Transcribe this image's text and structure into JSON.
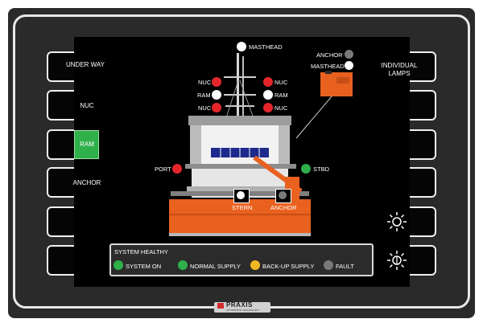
{
  "left_buttons": [
    {
      "label": "UNDER WAY"
    },
    {
      "label": "NUC"
    },
    {
      "label": "RAM",
      "active": true
    },
    {
      "label": "ANCHOR"
    },
    {
      "label": ""
    },
    {
      "label": ""
    }
  ],
  "right_buttons": [
    {
      "label": "INDIVIDUAL LAMPS"
    },
    {
      "label": ""
    },
    {
      "label": ""
    },
    {
      "label": ""
    },
    {
      "icon": "brightness-up-icon"
    },
    {
      "icon": "brightness-down-icon"
    }
  ],
  "lamps": {
    "masthead": "MASTHEAD",
    "nuc": "NUC",
    "ram": "RAM",
    "port": "PORT",
    "stbd": "STBD",
    "stern": "STERN",
    "anchor": "ANCHOR"
  },
  "inset": {
    "anchor": "ANCHOR",
    "masthead": "MASTHEAD"
  },
  "status": {
    "title": "SYSTEM HEALTHY",
    "items": [
      {
        "label": "SYSTEM ON",
        "color": "#2fb04a"
      },
      {
        "label": "NORMAL SUPPLY",
        "color": "#2fb04a"
      },
      {
        "label": "BACK-UP SUPPLY",
        "color": "#f2b822"
      },
      {
        "label": "FAULT",
        "color": "#7a7a7a"
      }
    ]
  },
  "brand": {
    "name": "PRAXIS",
    "tagline": "AUTOMATION TECHNOLOGY"
  },
  "colors": {
    "red": "#e4262b",
    "green": "#2fb04a",
    "white": "#ffffff",
    "hull": "#e8611f"
  }
}
